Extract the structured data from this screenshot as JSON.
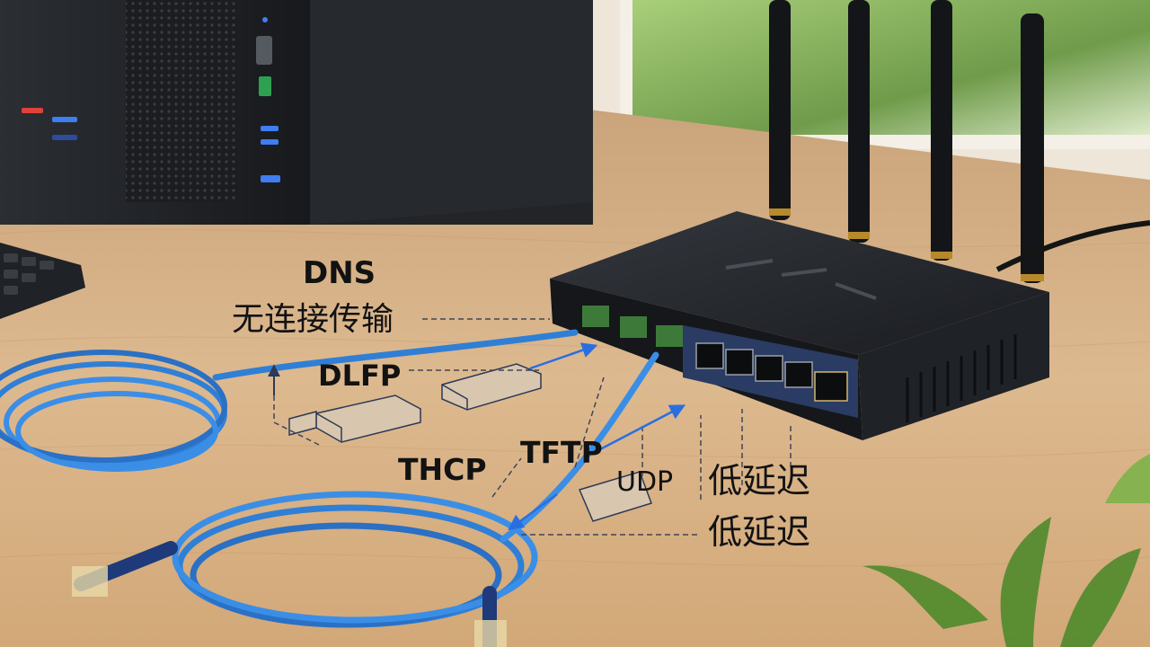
{
  "labels": {
    "dns": "DNS",
    "connectionless": "无连接传输",
    "dlfp": "DLFP",
    "thcp": "THCP",
    "tftp": "TFTP",
    "udp": "UDP",
    "low_latency_1": "低延迟",
    "low_latency_2": "低延迟"
  },
  "colors": {
    "desk": "#d9b58c",
    "router": "#1d2024",
    "cable": "#2f7fd6",
    "accent_blue": "#2a6fe0",
    "label_text": "#121212"
  },
  "icons": [
    "router-icon",
    "computer-tower-icon",
    "keyboard-icon",
    "plant-icon",
    "sfp-module-icon",
    "ethernet-cable-icon"
  ]
}
